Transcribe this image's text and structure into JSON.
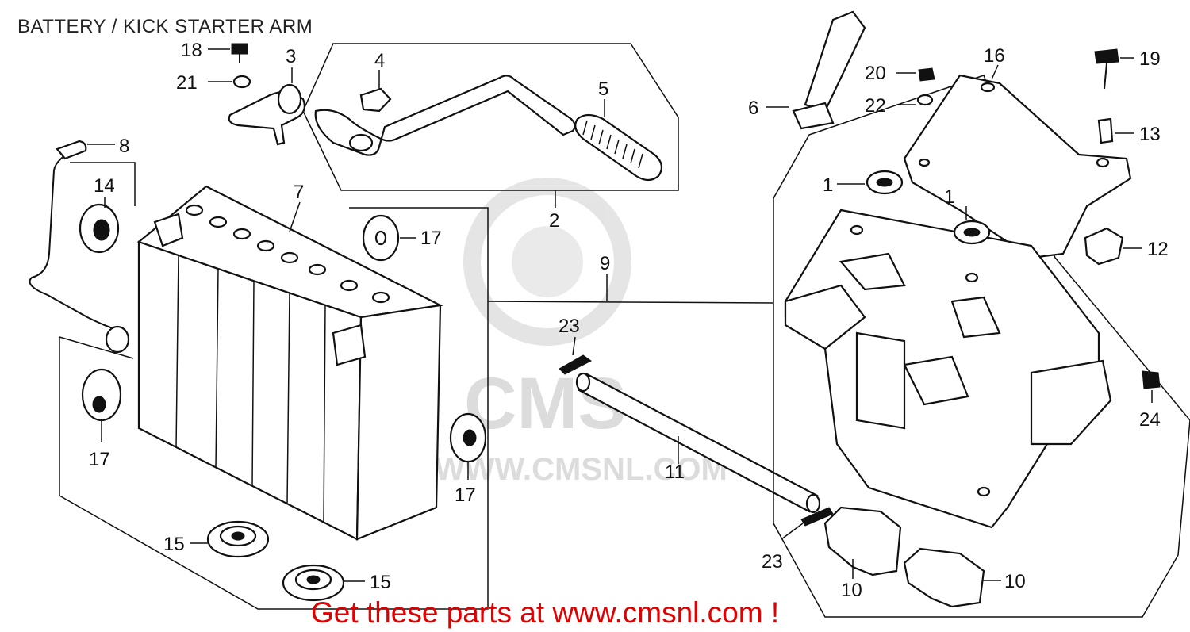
{
  "title": "BATTERY / KICK STARTER ARM",
  "footer": "Get these parts at www.cmsnl.com !",
  "watermark": {
    "text": "WWW.CMSNL.COM",
    "logo_text": "CMS"
  },
  "colors": {
    "footer": "#e00000",
    "text": "#222222",
    "watermark": "#d9d9d9"
  },
  "callouts": [
    {
      "id": "c18",
      "label": "18"
    },
    {
      "id": "c3",
      "label": "3"
    },
    {
      "id": "c21",
      "label": "21"
    },
    {
      "id": "c4",
      "label": "4"
    },
    {
      "id": "c5",
      "label": "5"
    },
    {
      "id": "c8",
      "label": "8"
    },
    {
      "id": "c14",
      "label": "14"
    },
    {
      "id": "c7",
      "label": "7"
    },
    {
      "id": "c17a",
      "label": "17"
    },
    {
      "id": "c2",
      "label": "2"
    },
    {
      "id": "c9",
      "label": "9"
    },
    {
      "id": "c6",
      "label": "6"
    },
    {
      "id": "c20",
      "label": "20"
    },
    {
      "id": "c22",
      "label": "22"
    },
    {
      "id": "c16",
      "label": "16"
    },
    {
      "id": "c19",
      "label": "19"
    },
    {
      "id": "c13",
      "label": "13"
    },
    {
      "id": "c1a",
      "label": "1"
    },
    {
      "id": "c1b",
      "label": "1"
    },
    {
      "id": "c12",
      "label": "12"
    },
    {
      "id": "c23a",
      "label": "23"
    },
    {
      "id": "c24",
      "label": "24"
    },
    {
      "id": "c17b",
      "label": "17"
    },
    {
      "id": "c17c",
      "label": "17"
    },
    {
      "id": "c11",
      "label": "11"
    },
    {
      "id": "c15a",
      "label": "15"
    },
    {
      "id": "c15b",
      "label": "15"
    },
    {
      "id": "c23b",
      "label": "23"
    },
    {
      "id": "c10a",
      "label": "10"
    },
    {
      "id": "c10b",
      "label": "10"
    }
  ]
}
